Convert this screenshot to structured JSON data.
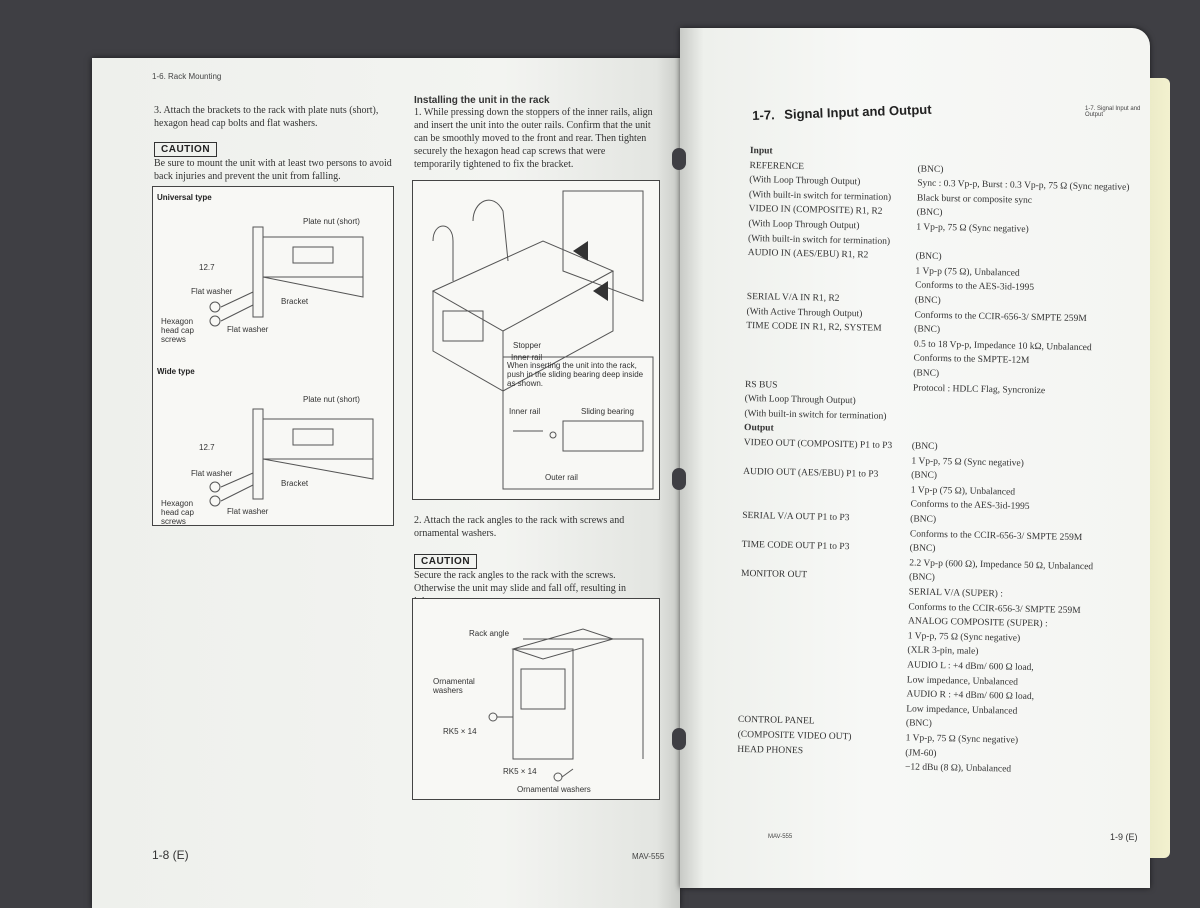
{
  "left_page": {
    "header": "1-6. Rack Mounting",
    "step3": "3.  Attach the brackets to the rack with plate nuts (short), hexagon head cap bolts and flat washers.",
    "caution1_label": "CAUTION",
    "caution1_text": "Be sure to mount the unit with at least two persons to avoid back injuries and prevent the unit from falling.",
    "fig1": {
      "universal_title": "Universal type",
      "wide_title": "Wide type",
      "labels_u": {
        "plate_nut": "Plate nut (short)",
        "dim": "12.7",
        "flat_washer": "Flat washer",
        "bracket": "Bracket",
        "hex": "Hexagon head cap screws",
        "flat_washer2": "Flat washer"
      },
      "labels_w": {
        "plate_nut": "Plate nut (short)",
        "dim": "12.7",
        "flat_washer": "Flat washer",
        "bracket": "Bracket",
        "hex": "Hexagon head cap screws",
        "flat_washer2": "Flat washer"
      }
    },
    "installing_title": "Installing the unit in the rack",
    "step1": "1.  While pressing down the stoppers of the inner rails, align and insert the unit into the outer rails. Confirm that the unit can be smoothly moved to the front and rear. Then tighten securely the hexagon head cap screws that were temporarily tightened to fix the bracket.",
    "fig2": {
      "stopper": "Stopper",
      "inner_rail": "Inner rail",
      "note": "When inserting the unit into the rack, push in the sliding bearing deep inside as shown.",
      "inner_rail2": "Inner rail",
      "sliding": "Sliding bearing",
      "outer": "Outer rail"
    },
    "step2": "2.  Attach the rack angles to the rack with screws and ornamental washers.",
    "caution2_label": "CAUTION",
    "caution2_text": "Secure the rack angles to the rack with the screws. Otherwise the unit may slide and fall off, resulting in injury.",
    "fig3": {
      "rack_angle": "Rack angle",
      "ornamental": "Ornamental washers",
      "screw1": "RK5 × 14",
      "screw2": "RK5 × 14",
      "ornamental2": "Ornamental washers"
    },
    "page_number": "1-8 (E)",
    "model": "MAV-555"
  },
  "right_page": {
    "header": "1-7. Signal Input and Output",
    "title_num": "1-7.",
    "title": "Signal Input and Output",
    "rows": [
      {
        "left": "Input",
        "right": "",
        "bold": true
      },
      {
        "left": "REFERENCE",
        "right": "(BNC)"
      },
      {
        "left": "(With Loop Through Output)",
        "right": "Sync : 0.3 Vp-p, Burst : 0.3 Vp-p, 75 Ω (Sync negative)"
      },
      {
        "left": "(With built-in switch for termination)",
        "right": "Black burst or composite sync"
      },
      {
        "left": "VIDEO IN (COMPOSITE) R1, R2",
        "right": "(BNC)"
      },
      {
        "left": "(With Loop Through Output)",
        "right": "1 Vp-p, 75 Ω (Sync negative)"
      },
      {
        "left": "(With built-in switch for termination)",
        "right": ""
      },
      {
        "left": "AUDIO IN (AES/EBU) R1, R2",
        "right": "(BNC)"
      },
      {
        "left": "",
        "right": "1 Vp-p (75 Ω), Unbalanced"
      },
      {
        "left": "",
        "right": "Conforms to the AES-3id-1995"
      },
      {
        "left": "SERIAL V/A IN R1, R2",
        "right": "(BNC)"
      },
      {
        "left": "(With Active Through Output)",
        "right": "Conforms to the CCIR-656-3/ SMPTE 259M"
      },
      {
        "left": "TIME CODE IN R1, R2, SYSTEM",
        "right": "(BNC)"
      },
      {
        "left": "",
        "right": "0.5 to 18 Vp-p, Impedance 10 kΩ, Unbalanced"
      },
      {
        "left": "",
        "right": "Conforms to the SMPTE-12M"
      },
      {
        "left": "",
        "right": "(BNC)"
      },
      {
        "left": "RS BUS",
        "right": "Protocol : HDLC Flag, Syncronize"
      },
      {
        "left": "(With Loop Through Output)",
        "right": ""
      },
      {
        "left": "(With built-in switch for termination)",
        "right": ""
      },
      {
        "left": "Output",
        "right": "",
        "bold": true
      },
      {
        "left": "VIDEO OUT (COMPOSITE) P1 to P3",
        "right": "(BNC)"
      },
      {
        "left": "",
        "right": "1 Vp-p, 75 Ω (Sync negative)"
      },
      {
        "left": "AUDIO OUT (AES/EBU) P1 to P3",
        "right": "(BNC)"
      },
      {
        "left": "",
        "right": "1 Vp-p (75 Ω), Unbalanced"
      },
      {
        "left": "",
        "right": "Conforms to the AES-3id-1995"
      },
      {
        "left": "SERIAL V/A OUT P1 to P3",
        "right": "(BNC)"
      },
      {
        "left": "",
        "right": "Conforms to the CCIR-656-3/ SMPTE 259M"
      },
      {
        "left": "TIME CODE OUT P1 to P3",
        "right": "(BNC)"
      },
      {
        "left": "",
        "right": "2.2 Vp-p (600 Ω), Impedance 50 Ω, Unbalanced"
      },
      {
        "left": "MONITOR OUT",
        "right": "(BNC)"
      },
      {
        "left": "",
        "right": "SERIAL V/A (SUPER) :"
      },
      {
        "left": "",
        "right": "      Conforms to the CCIR-656-3/ SMPTE 259M"
      },
      {
        "left": "",
        "right": "ANALOG COMPOSITE (SUPER) :"
      },
      {
        "left": "",
        "right": "      1 Vp-p, 75 Ω (Sync negative)"
      },
      {
        "left": "",
        "right": "(XLR 3-pin, male)"
      },
      {
        "left": "",
        "right": "AUDIO L : +4 dBm/ 600 Ω load,"
      },
      {
        "left": "",
        "right": "      Low impedance, Unbalanced"
      },
      {
        "left": "",
        "right": "AUDIO R : +4 dBm/ 600 Ω load,"
      },
      {
        "left": "",
        "right": "      Low impedance, Unbalanced"
      },
      {
        "left": "CONTROL PANEL",
        "right": "(BNC)"
      },
      {
        "left": "(COMPOSITE VIDEO OUT)",
        "right": "1 Vp-p, 75 Ω (Sync negative)"
      },
      {
        "left": "HEAD PHONES",
        "right": "(JM-60)"
      },
      {
        "left": "",
        "right": "−12 dBu (8 Ω), Unbalanced"
      }
    ],
    "page_number": "1-9 (E)",
    "model": "MAV-555"
  }
}
